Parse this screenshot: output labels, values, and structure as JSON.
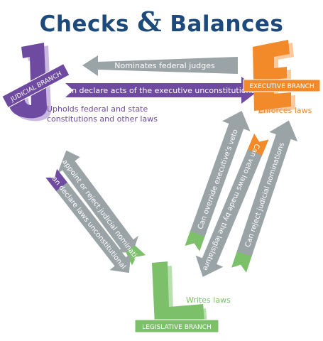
{
  "title": {
    "word1": "Checks",
    "ampersand": "&",
    "word2": "Balances"
  },
  "colors": {
    "title": "#1d4a7a",
    "judicial": "#6e4aa0",
    "executive": "#f28a2a",
    "legislative": "#7cc06a",
    "gray": "#9aa3a6"
  },
  "branches": {
    "judicial": {
      "name": "JUDICIAL BRANCH",
      "letter": "J",
      "role": "Upholds federal and state constitutions and other laws"
    },
    "executive": {
      "name": "EXECUTIVE BRANCH",
      "letter": "E",
      "role": "Enforces laws"
    },
    "legislative": {
      "name": "LEGISLATIVE BRANCH",
      "letter": "L",
      "role": "Writes laws"
    }
  },
  "checks": {
    "nominates_judges": "Nominates federal judges",
    "declare_exec_unconstitutional": "Can declare acts of the executive unconstitutional",
    "appoint_reject_judicial": "Can appoint or reject judicial nominations",
    "declare_laws_unconstitutional": "Can declare laws unconstitutional",
    "override_veto": "Can override executive's veto",
    "veto_laws": "Can veto laws made by the legislature",
    "reject_judicial": "Can reject judicial nominations"
  }
}
